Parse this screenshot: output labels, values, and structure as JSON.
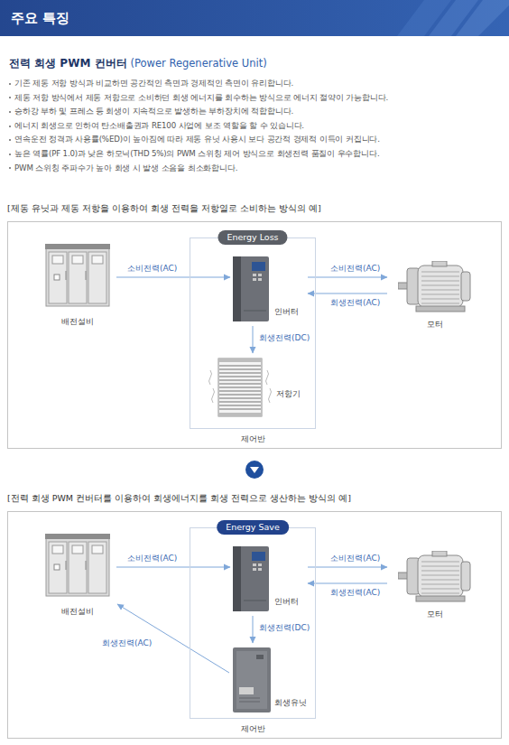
{
  "diagram": {
    "title": "주요 특징",
    "nodes": [
      {
        "text": [
          "[제동 유닛과 제동 저항을 이용하여 회생 전력을 저항열로 소비하는 방식의 예]"
        ]
      },
      {
        "text": [
          "배전설비"
        ],
        "in": 0
      },
      {
        "text": [
          "Energy Loss",
          "제어반"
        ],
        "in": 0
      },
      {
        "text": [
          "인버터"
        ],
        "in": 2
      },
      {
        "text": [
          "저항기"
        ],
        "in": 2
      },
      {
        "text": [
          "모터"
        ],
        "in": 0
      },
      {
        "text": [
          "[전력 회생 PWM 컨버터를 이용하여 회생에너지를 회생 전력으로 생산하는 방식의 예]"
        ]
      },
      {
        "text": [
          "배전설비"
        ],
        "in": 6
      },
      {
        "text": [
          "Energy Save",
          "제어반"
        ],
        "in": 6
      },
      {
        "text": [
          "인버터"
        ],
        "in": 8
      },
      {
        "text": [
          "회생유닛"
        ],
        "in": 8
      },
      {
        "text": [
          "모터"
        ],
        "in": 6
      }
    ],
    "edges": [
      {
        "from": 1,
        "to": 3,
        "label": "소비전력(AC)",
        "arrow": "to"
      },
      {
        "from": 3,
        "to": 5,
        "label": "소비전력(AC)",
        "arrow": "to"
      },
      {
        "from": 5,
        "to": 3,
        "label": "회생전력(AC)",
        "arrow": "to"
      },
      {
        "from": 3,
        "to": 4,
        "label": "회생전력(DC)",
        "arrow": "to"
      },
      {
        "from": 7,
        "to": 9,
        "label": "소비전력(AC)",
        "arrow": "to"
      },
      {
        "from": 9,
        "to": 11,
        "label": "소비전력(AC)",
        "arrow": "to"
      },
      {
        "from": 11,
        "to": 9,
        "label": "회생전력(AC)",
        "arrow": "to"
      },
      {
        "from": 9,
        "to": 10,
        "label": "회생전력(DC)",
        "arrow": "to"
      },
      {
        "from": 10,
        "to": 7,
        "label": "회생전력(AC)",
        "arrow": "to"
      },
      {
        "from": 0,
        "to": 6,
        "arrow": "to"
      }
    ],
    "labels": [
      "전력 회생 PWM 컨버터",
      "(Power Regenerative Unit)",
      "기존 제동 저항 방식과 비교하면 공간적인 측면과 경제적인 측면이 유리합니다.",
      "제동 저항 방식에서 제동 저항으로 소비하던 회생 에너지를 회수하는 방식으로 에너지 절약이 가능합니다.",
      "승하강 부하 및 프레스 등 회생이 지속적으로 발생하는 부하장치에 적합합니다.",
      "에너지 회생으로 인하여 탄소배출권과 RE100 사업에 보조 역할을 할 수 있습니다.",
      "연속운전 정격과 사용률(%ED)이 높아짐에 따라 제동 유닛 사용시 보다 공간적 경제적 이득이 커집니다.",
      "높은 역률(PF 1.0)과 낮은 하모닉(THD 5%)의 PWM 스위칭 제어 방식으로 회생전력 품질이 우수합니다.",
      "PWM 스위칭 주파수가 높아 회생 시 발생 소음을 최소화합니다."
    ]
  }
}
